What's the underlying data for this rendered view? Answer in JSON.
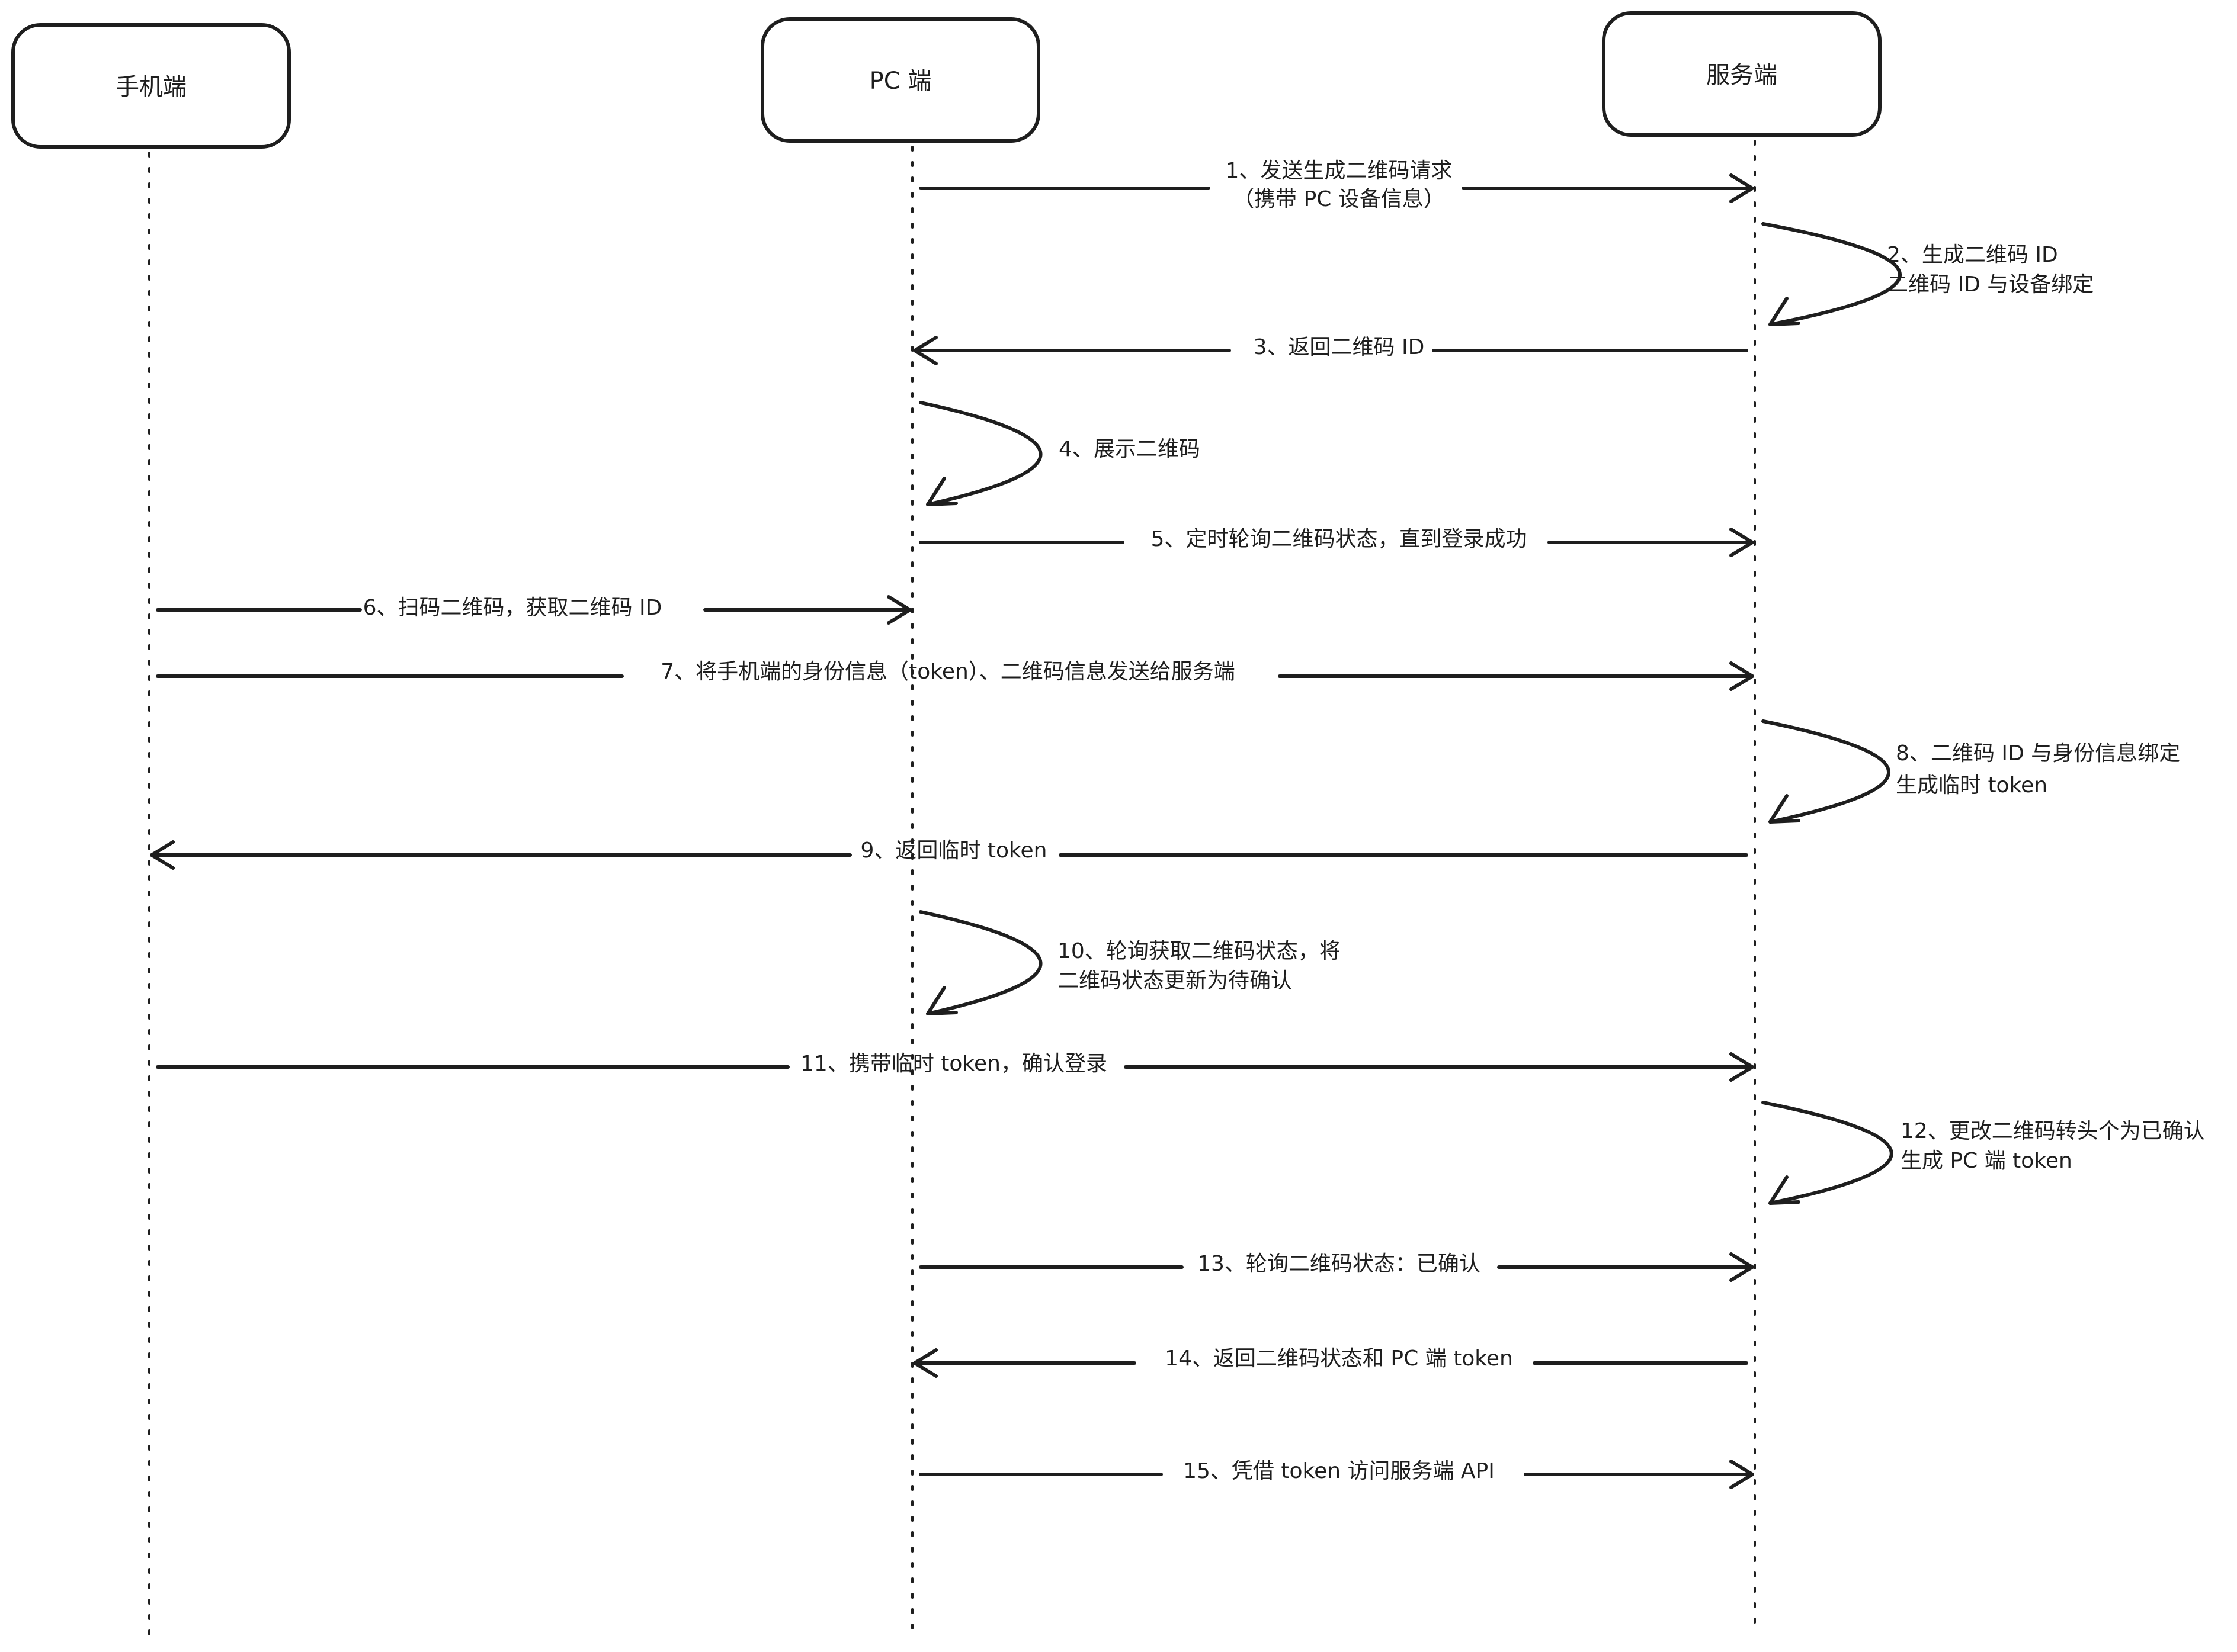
{
  "diagram": {
    "type": "sequence",
    "actors": [
      {
        "id": "mobile",
        "label": "手机端"
      },
      {
        "id": "pc",
        "label": "PC 端"
      },
      {
        "id": "server",
        "label": "服务端"
      }
    ],
    "messages": [
      {
        "step": 1,
        "from": "pc",
        "to": "server",
        "lines": [
          "1、发送生成二维码请求",
          "（携带 PC 设备信息）"
        ]
      },
      {
        "step": 2,
        "from": "server",
        "to": "server",
        "lines": [
          "2、生成二维码 ID",
          "二维码 ID 与设备绑定"
        ]
      },
      {
        "step": 3,
        "from": "server",
        "to": "pc",
        "lines": [
          "3、返回二维码 ID"
        ]
      },
      {
        "step": 4,
        "from": "pc",
        "to": "pc",
        "lines": [
          "4、展示二维码"
        ]
      },
      {
        "step": 5,
        "from": "pc",
        "to": "server",
        "lines": [
          "5、定时轮询二维码状态，直到登录成功"
        ]
      },
      {
        "step": 6,
        "from": "mobile",
        "to": "pc",
        "lines": [
          "6、扫码二维码，获取二维码 ID"
        ]
      },
      {
        "step": 7,
        "from": "mobile",
        "to": "server",
        "lines": [
          "7、将手机端的身份信息（token）、二维码信息发送给服务端"
        ]
      },
      {
        "step": 8,
        "from": "server",
        "to": "server",
        "lines": [
          "8、二维码 ID 与身份信息绑定",
          "生成临时 token"
        ]
      },
      {
        "step": 9,
        "from": "server",
        "to": "mobile",
        "lines": [
          "9、返回临时 token"
        ]
      },
      {
        "step": 10,
        "from": "pc",
        "to": "pc",
        "lines": [
          "10、轮询获取二维码状态，将",
          "二维码状态更新为待确认"
        ]
      },
      {
        "step": 11,
        "from": "mobile",
        "to": "server",
        "lines": [
          "11、携带临时 token，确认登录"
        ]
      },
      {
        "step": 12,
        "from": "server",
        "to": "server",
        "lines": [
          "12、更改二维码转头个为已确认",
          "生成 PC 端 token"
        ]
      },
      {
        "step": 13,
        "from": "pc",
        "to": "server",
        "lines": [
          "13、轮询二维码状态：已确认"
        ]
      },
      {
        "step": 14,
        "from": "server",
        "to": "pc",
        "lines": [
          "14、返回二维码状态和 PC 端 token"
        ]
      },
      {
        "step": 15,
        "from": "pc",
        "to": "server",
        "lines": [
          "15、凭借 token 访问服务端 API"
        ]
      }
    ]
  }
}
